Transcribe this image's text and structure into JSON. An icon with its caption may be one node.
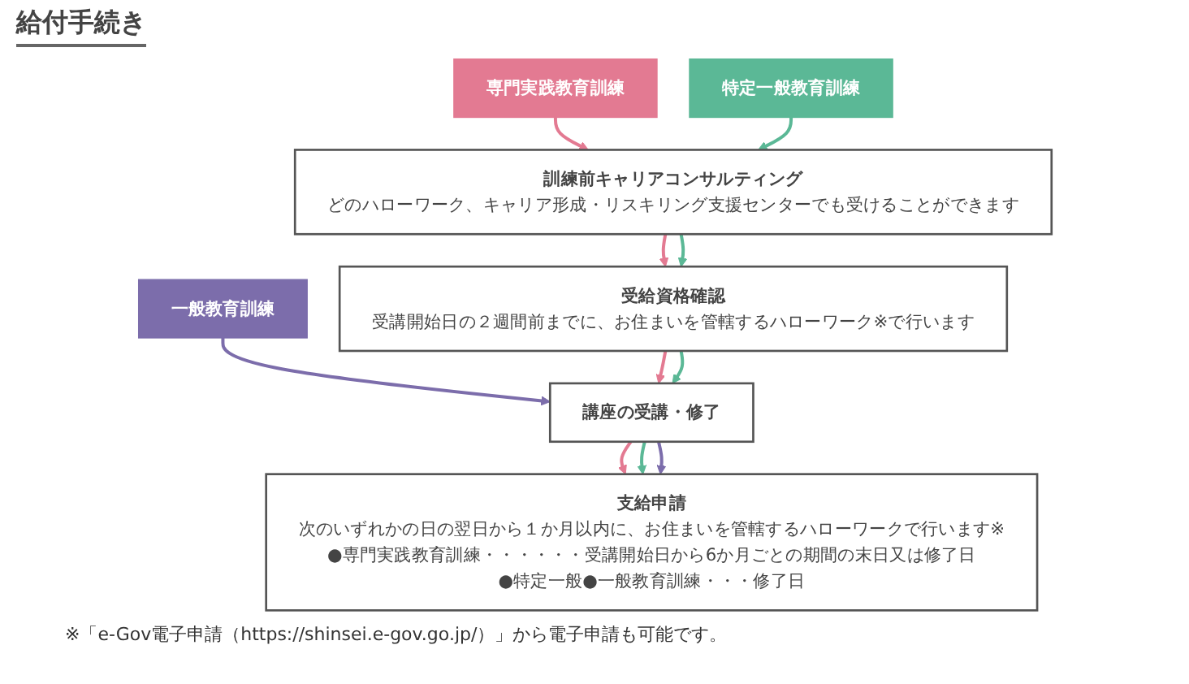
{
  "diagram": {
    "title": "給付手続き",
    "nodes": [
      {
        "text": [
          "専門実践教育訓練"
        ]
      },
      {
        "text": [
          "特定一般教育訓練"
        ]
      },
      {
        "text": [
          "一般教育訓練"
        ]
      },
      {
        "text": [
          "訓練前キャリアコンサルティング",
          "どのハローワーク、キャリア形成・リスキリング支援センターでも受けることができます"
        ]
      },
      {
        "text": [
          "受給資格確認",
          "受講開始日の２週間前までに、お住まいを管轄するハローワーク※で行います"
        ]
      },
      {
        "text": [
          "講座の受講・修了"
        ]
      },
      {
        "text": [
          "支給申請",
          "次のいずれかの日の翌日から１か月以内に、お住まいを管轄するハローワークで行います※",
          "●専門実践教育訓練・・・・・・受講開始日から6か月ごとの期間の末日又は修了日",
          "●特定一般●一般教育訓練・・・修了日"
        ]
      }
    ],
    "edges": [
      {
        "from": 0,
        "to": 3,
        "arrow": "to",
        "color": "#e37a92"
      },
      {
        "from": 1,
        "to": 3,
        "arrow": "to",
        "color": "#5bb896"
      },
      {
        "from": 2,
        "to": 5,
        "arrow": "to",
        "color": "#7c6dab"
      },
      {
        "from": 3,
        "to": 4,
        "arrow": "to",
        "color": "#e37a92"
      },
      {
        "from": 3,
        "to": 4,
        "arrow": "to",
        "color": "#5bb896"
      },
      {
        "from": 4,
        "to": 5,
        "arrow": "to",
        "color": "#e37a92"
      },
      {
        "from": 4,
        "to": 5,
        "arrow": "to",
        "color": "#5bb896"
      },
      {
        "from": 5,
        "to": 6,
        "arrow": "to",
        "color": "#e37a92"
      },
      {
        "from": 5,
        "to": 6,
        "arrow": "to",
        "color": "#5bb896"
      },
      {
        "from": 5,
        "to": 6,
        "arrow": "to",
        "color": "#7c6dab"
      }
    ],
    "labels": [
      "※「e-Gov電子申請（https://shinsei.e-gov.go.jp/）」から電子申請も可能です。"
    ]
  }
}
